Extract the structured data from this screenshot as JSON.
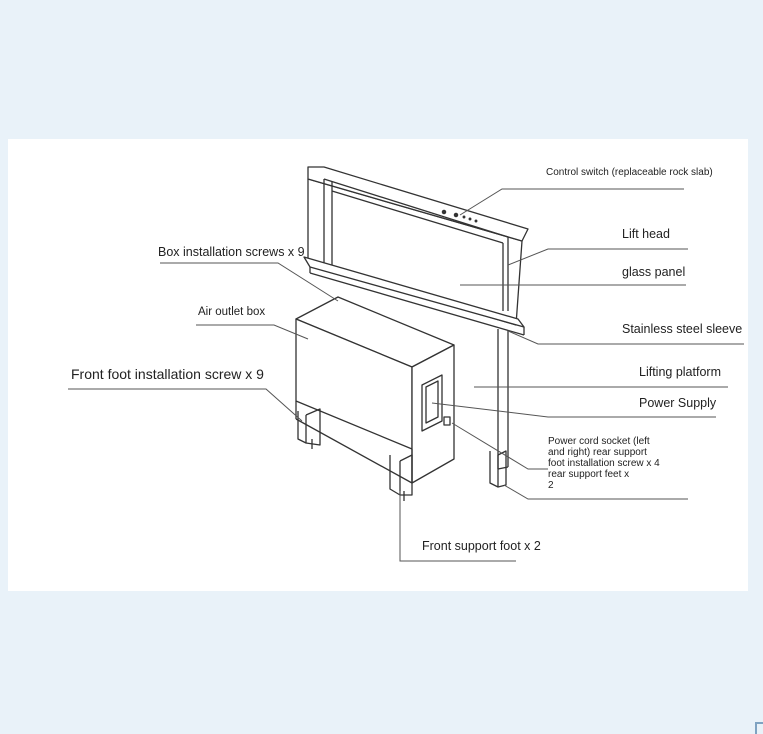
{
  "labels": {
    "control_switch": "Control switch (replaceable rock slab)",
    "lift_head": "Lift head",
    "glass_panel": "glass panel",
    "box_installation_screws": "Box installation screws x 9",
    "air_outlet_box": "Air outlet box",
    "stainless_steel_sleeve": "Stainless steel sleeve",
    "front_foot_installation_screw": "Front foot installation screw x 9",
    "lifting_platform": "Lifting platform",
    "power_supply": "Power Supply",
    "power_cord_socket": "Power cord socket (left\nand right) rear support\nfoot installation screw x 4\nrear support feet x\n2",
    "front_support_foot": "Front support foot x 2"
  },
  "colors": {
    "page_background": "#e9f2f9",
    "panel_background": "#ffffff",
    "line_color": "#333333",
    "leader_color": "#555555"
  }
}
